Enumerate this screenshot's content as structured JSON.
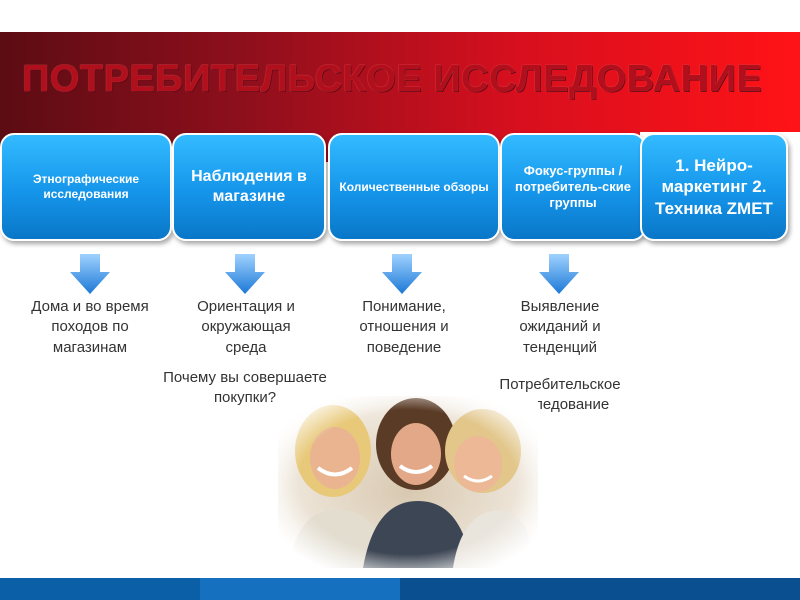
{
  "title": "ПОТРЕБИТЕЛЬСКОЕ ИССЛЕДОВАНИЕ",
  "boxes": [
    {
      "label": "Этнографические исследования"
    },
    {
      "label": "Наблюдения в магазине"
    },
    {
      "label": "Количественные обзоры"
    },
    {
      "label": "Фокус-группы / потребитель-ские группы"
    },
    {
      "label": "1. Нейро-маркетинг 2. Техника ZMET"
    }
  ],
  "captions": [
    "Дома и во время походов по магазинам",
    "Ориентация и окружающая среда",
    "Понимание, отношения и поведение",
    "Выявление ожиданий и тенденций"
  ],
  "extra_captions": {
    "why": "Почему вы совершаете покупки?",
    "research": "Потребительское исследование"
  },
  "colors": {
    "banner_dark": "#5c0c13",
    "banner_light": "#ff1317",
    "title": "#b10f1c",
    "box_blue": "#1595ea",
    "footer": [
      "#0b5fa6",
      "#1670c0",
      "#0a4f8f"
    ]
  },
  "icons": [
    "down-arrow-icon"
  ]
}
